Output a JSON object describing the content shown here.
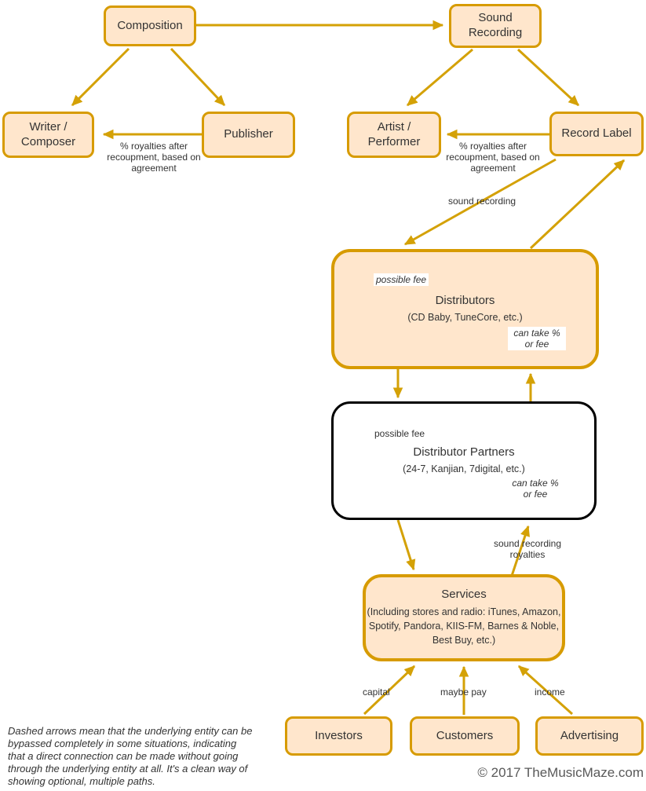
{
  "nodes": {
    "composition": "Composition",
    "sound_recording": "Sound Recording",
    "writer_composer": "Writer / Composer",
    "publisher": "Publisher",
    "artist_performer": "Artist / Performer",
    "record_label": "Record Label",
    "distributors": {
      "title": "Distributors",
      "subtitle": "(CD Baby, TuneCore, etc.)"
    },
    "distributor_partners": {
      "title": "Distributor Partners",
      "subtitle": "(24-7, Kanjian, 7digital, etc.)"
    },
    "services": {
      "title": "Services",
      "subtitle": "(Including stores and radio: iTunes, Amazon, Spotify, Pandora, KIIS-FM, Barnes & Noble, Best Buy, etc.)"
    },
    "investors": "Investors",
    "customers": "Customers",
    "advertising": "Advertising"
  },
  "edge_labels": {
    "royalties_left": "% royalties after recoupment, based on agreement",
    "royalties_right": "% royalties after recoupment, based on agreement",
    "sound_recording": "sound recording",
    "possible_fee_distributors": "possible fee",
    "can_take_distributors": "can take % or fee",
    "possible_fee_partners": "possible fee",
    "can_take_partners": "can take % or fee",
    "sound_recording_royalties": "sound recording royalties",
    "capital": "capital",
    "maybe_pay": "maybe pay",
    "income": "income"
  },
  "footnote": "Dashed arrows mean that the underlying entity can be bypassed completely in some situations, indicating that a direct connection can be made without going through the underlying entity at all. It's a clean way of showing optional, multiple paths.",
  "copyright": "© 2017 TheMusicMaze.com",
  "colors": {
    "node_fill": "#FFE6CC",
    "node_border": "#D79B00",
    "arrow_gold": "#D4A106",
    "arrow_black": "#000000",
    "text": "#333333",
    "copyright_text": "#595959"
  }
}
